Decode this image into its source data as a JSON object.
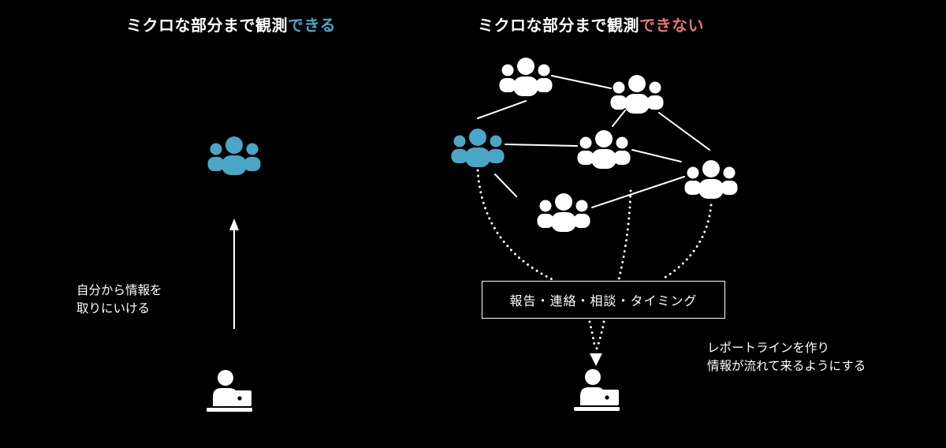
{
  "left_panel": {
    "title_prefix": "ミクロな部分まで観測",
    "title_highlight": "できる",
    "note_lines": [
      "自分から情報を",
      "取りにいける"
    ]
  },
  "right_panel": {
    "title_prefix": "ミクロな部分まで観測",
    "title_highlight": "できない",
    "box_label": "報告・連絡・相談・タイミング",
    "note_lines": [
      "レポートラインを作り",
      "情報が流れて来るようにする"
    ]
  },
  "colors": {
    "background": "#000000",
    "foreground": "#ffffff",
    "accent_blue": "#4aa6c6",
    "accent_red": "#e57373"
  },
  "icons": {
    "group": "group-people-icon",
    "worker": "person-at-laptop-icon",
    "apple": "apple-logo-icon"
  }
}
